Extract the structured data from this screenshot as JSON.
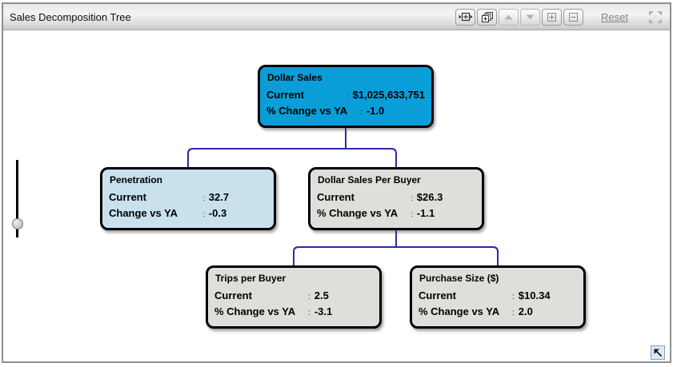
{
  "window": {
    "title": "Sales Decomposition Tree"
  },
  "toolbar": {
    "reset_label": "Reset",
    "buttons": [
      {
        "name": "fit-width",
        "icon": "expand-horizontal-icon",
        "disabled": false
      },
      {
        "name": "expand-all-levels",
        "icon": "cascade-windows-icon",
        "disabled": false
      },
      {
        "name": "collapse-level",
        "icon": "arrow-up-icon",
        "disabled": true
      },
      {
        "name": "expand-level",
        "icon": "arrow-down-icon",
        "disabled": true
      },
      {
        "name": "zoom-in",
        "icon": "plus-square-icon",
        "disabled": false
      },
      {
        "name": "zoom-out",
        "icon": "minus-square-icon",
        "disabled": false
      }
    ],
    "fullscreen_icon": "expand-corners-icon"
  },
  "ui": {
    "colon": ":"
  },
  "colors": {
    "root_node": "#0a9ed8",
    "highlight_node": "#c9e1ed",
    "default_node": "#dededa",
    "connector": "#2a2aa5"
  },
  "tree": {
    "nodes": [
      {
        "title": "Dollar Sales",
        "rows": [
          {
            "label": "Current",
            "value": "$1,025,633,751"
          },
          {
            "label": "% Change vs YA",
            "value": "-1.0"
          }
        ]
      },
      {
        "title": "Penetration",
        "rows": [
          {
            "label": "Current",
            "value": "32.7"
          },
          {
            "label": "Change vs YA",
            "value": "-0.3"
          }
        ]
      },
      {
        "title": "Dollar Sales Per Buyer",
        "rows": [
          {
            "label": "Current",
            "value": "$26.3"
          },
          {
            "label": "% Change vs YA",
            "value": "-1.1"
          }
        ]
      },
      {
        "title": "Trips per Buyer",
        "rows": [
          {
            "label": "Current",
            "value": "2.5"
          },
          {
            "label": "% Change vs YA",
            "value": "-3.1"
          }
        ]
      },
      {
        "title": "Purchase Size ($)",
        "rows": [
          {
            "label": "Current",
            "value": "$10.34"
          },
          {
            "label": "% Change vs YA",
            "value": "2.0"
          }
        ]
      }
    ]
  }
}
